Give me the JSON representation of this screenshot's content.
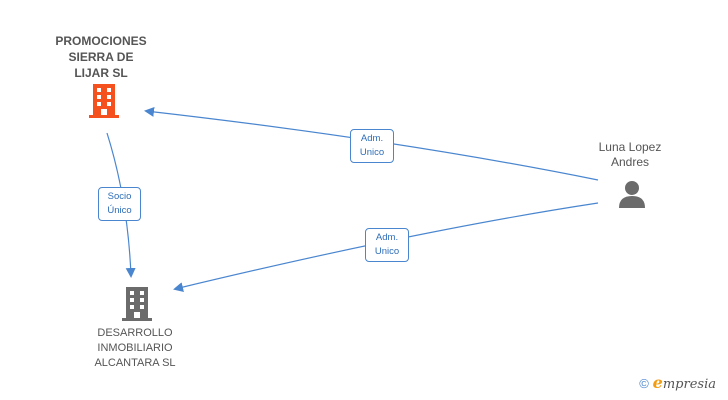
{
  "nodes": {
    "promociones": {
      "label_lines": [
        "PROMOCIONES",
        "SIERRA DE",
        "LIJAR SL"
      ],
      "color": "#f4511e"
    },
    "desarrollo": {
      "label_lines": [
        "DESARROLLO",
        "INMOBILIARIO",
        "ALCANTARA SL"
      ],
      "color": "#6b6b6b"
    },
    "luna": {
      "label_lines": [
        "Luna Lopez",
        "Andres"
      ],
      "color": "#6b6b6b"
    }
  },
  "edges": {
    "luna_to_promociones": {
      "label_lines": [
        "Adm.",
        "Unico"
      ]
    },
    "promociones_to_desarrollo": {
      "label_lines": [
        "Socio",
        "Único"
      ]
    },
    "luna_to_desarrollo": {
      "label_lines": [
        "Adm.",
        "Unico"
      ]
    }
  },
  "edge_color": "#4a86cf",
  "brand": {
    "copyright": "©",
    "e": "e",
    "rest": "mpresia"
  }
}
